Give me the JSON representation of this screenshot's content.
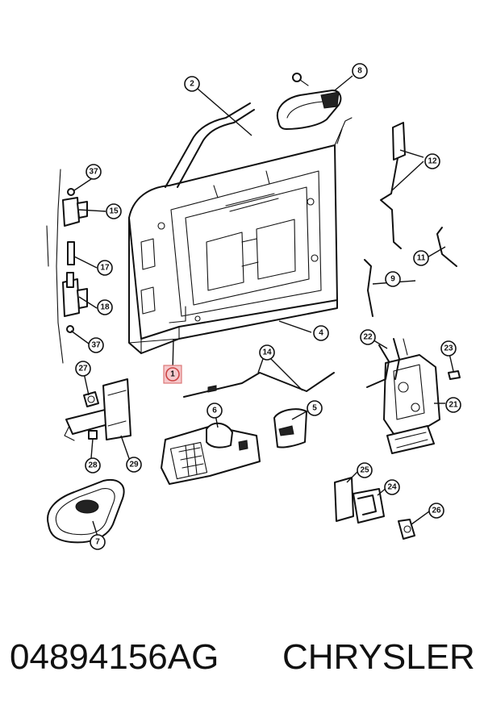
{
  "callouts": [
    {
      "id": "c1",
      "label": "1",
      "highlight": true
    },
    {
      "id": "c2",
      "label": "2"
    },
    {
      "id": "c4",
      "label": "4"
    },
    {
      "id": "c5",
      "label": "5"
    },
    {
      "id": "c6",
      "label": "6"
    },
    {
      "id": "c7",
      "label": "7"
    },
    {
      "id": "c8",
      "label": "8"
    },
    {
      "id": "c9",
      "label": "9"
    },
    {
      "id": "c11",
      "label": "11"
    },
    {
      "id": "c12",
      "label": "12"
    },
    {
      "id": "c14",
      "label": "14"
    },
    {
      "id": "c15",
      "label": "15"
    },
    {
      "id": "c17",
      "label": "17"
    },
    {
      "id": "c18",
      "label": "18"
    },
    {
      "id": "c21",
      "label": "21"
    },
    {
      "id": "c22",
      "label": "22"
    },
    {
      "id": "c23",
      "label": "23"
    },
    {
      "id": "c24",
      "label": "24"
    },
    {
      "id": "c25",
      "label": "25"
    },
    {
      "id": "c26",
      "label": "26"
    },
    {
      "id": "c27",
      "label": "27"
    },
    {
      "id": "c28",
      "label": "28"
    },
    {
      "id": "c29",
      "label": "29"
    },
    {
      "id": "c37a",
      "label": "37"
    },
    {
      "id": "c37b",
      "label": "37"
    }
  ],
  "footer": {
    "part_number": "04894156AG",
    "brand": "CHRYSLER"
  }
}
